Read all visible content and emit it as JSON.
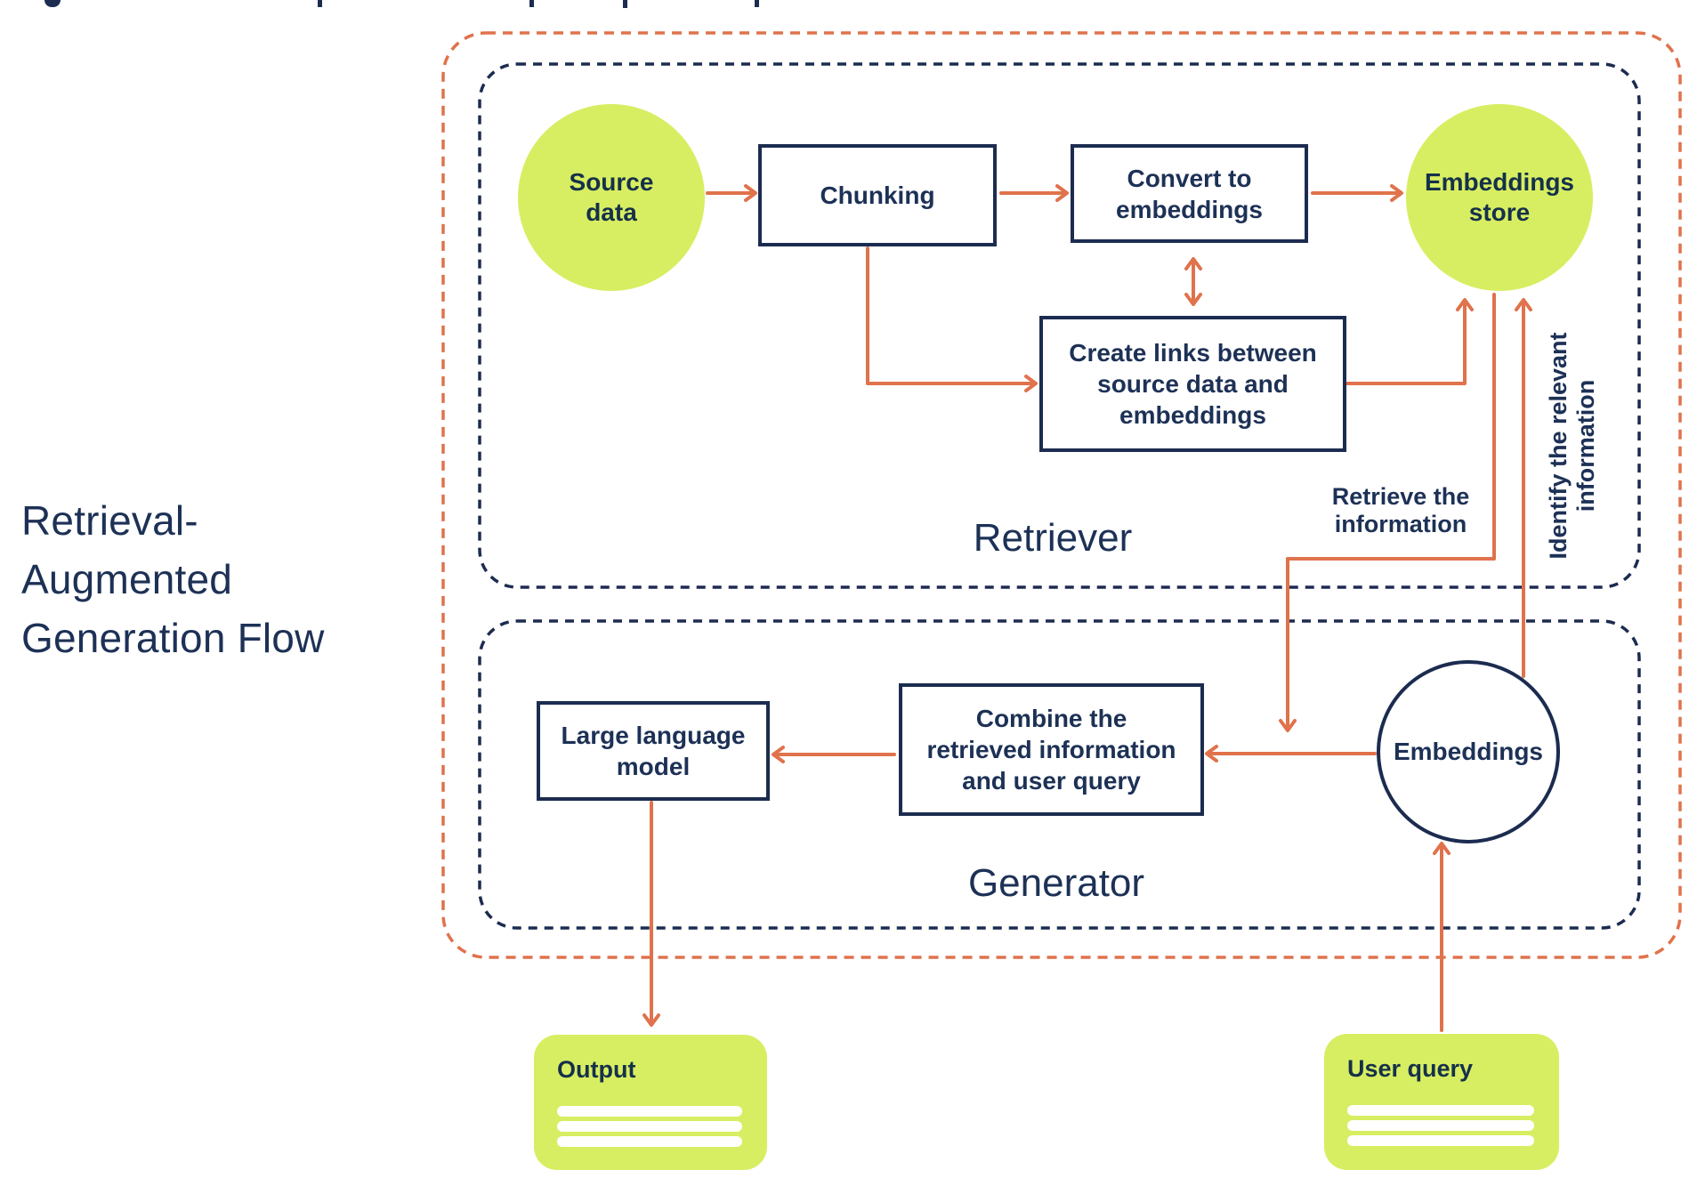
{
  "title": "Retrieval-\nAugmented\nGeneration Flow",
  "sections": {
    "retriever": {
      "label": "Retriever"
    },
    "generator": {
      "label": "Generator"
    }
  },
  "nodes": {
    "source_data": "Source\ndata",
    "chunking": "Chunking",
    "convert_to_embeddings": "Convert to\nembeddings",
    "embeddings_store": "Embeddings\nstore",
    "create_links": "Create links between\nsource data and\nembeddings",
    "large_language_model": "Large language\nmodel",
    "combine": "Combine the\nretrieved information\nand user query",
    "embeddings": "Embeddings"
  },
  "edge_labels": {
    "retrieve_the_information": "Retrieve the\ninformation",
    "identify_the_relevant_information": "Identify the relevant\ninformation"
  },
  "cards": {
    "output": {
      "label": "Output"
    },
    "user_query": {
      "label": "User query"
    }
  },
  "colors": {
    "lime": "#D8EE62",
    "orange": "#E0724C",
    "navy_border": "#1C2C50",
    "text_navy": "#1D3156",
    "background": "#FFFFFF"
  }
}
